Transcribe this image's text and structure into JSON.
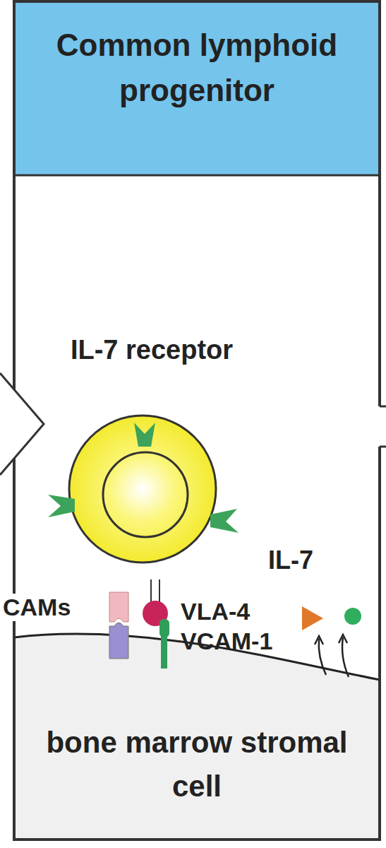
{
  "diagram": {
    "nodes": [
      {
        "text": [
          "Common lymphoid progenitor"
        ]
      },
      {
        "text": [
          "bone marrow stromal cell"
        ],
        "in": 0
      }
    ],
    "labels": [
      "IL-7 receptor",
      "CAMs",
      "VLA-4",
      "VCAM-1",
      "IL-7"
    ]
  }
}
